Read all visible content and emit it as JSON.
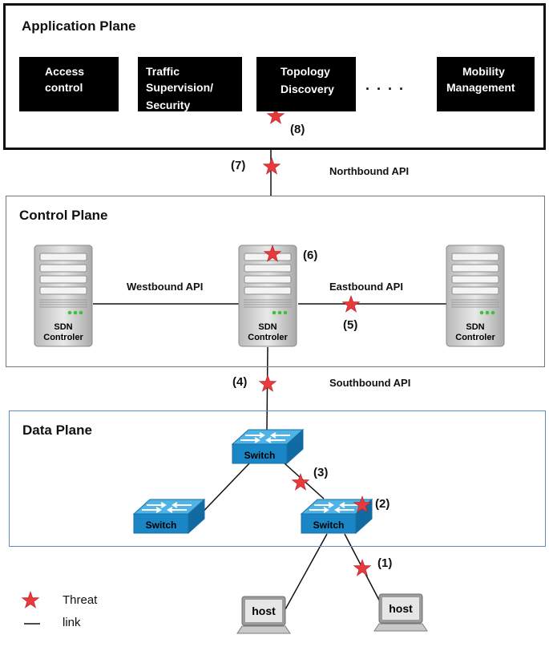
{
  "application_plane": {
    "title": "Application Plane",
    "apps": [
      {
        "line1": "Access",
        "line2": "control"
      },
      {
        "line1": "Traffic",
        "line2": "Supervision/",
        "line3": "Security"
      },
      {
        "line1": "Topology",
        "line2": "Discovery"
      },
      {
        "line1": "Mobility",
        "line2": "Management"
      }
    ],
    "ellipsis": ". . . ."
  },
  "control_plane": {
    "title": "Control Plane",
    "controllers": [
      {
        "line1": "SDN",
        "line2": "Controler"
      },
      {
        "line1": "SDN",
        "line2": "Controler"
      },
      {
        "line1": "SDN",
        "line2": "Controler"
      }
    ]
  },
  "data_plane": {
    "title": "Data Plane",
    "switches": [
      "Switch",
      "Switch",
      "Switch"
    ],
    "hosts": [
      "host",
      "host"
    ]
  },
  "apis": {
    "northbound": "Northbound API",
    "westbound": "Westbound API",
    "eastbound": "Eastbound API",
    "southbound": "Southbound API"
  },
  "threats": [
    "(1)",
    "(2)",
    "(3)",
    "(4)",
    "(5)",
    "(6)",
    "(7)",
    "(8)"
  ],
  "legend": {
    "threat": "Threat",
    "link": "link"
  },
  "colors": {
    "threat_star": "#e8393c",
    "switch_top": "#4fb3e6",
    "switch_side": "#1b86c6",
    "data_border": "#5b8fc7"
  }
}
